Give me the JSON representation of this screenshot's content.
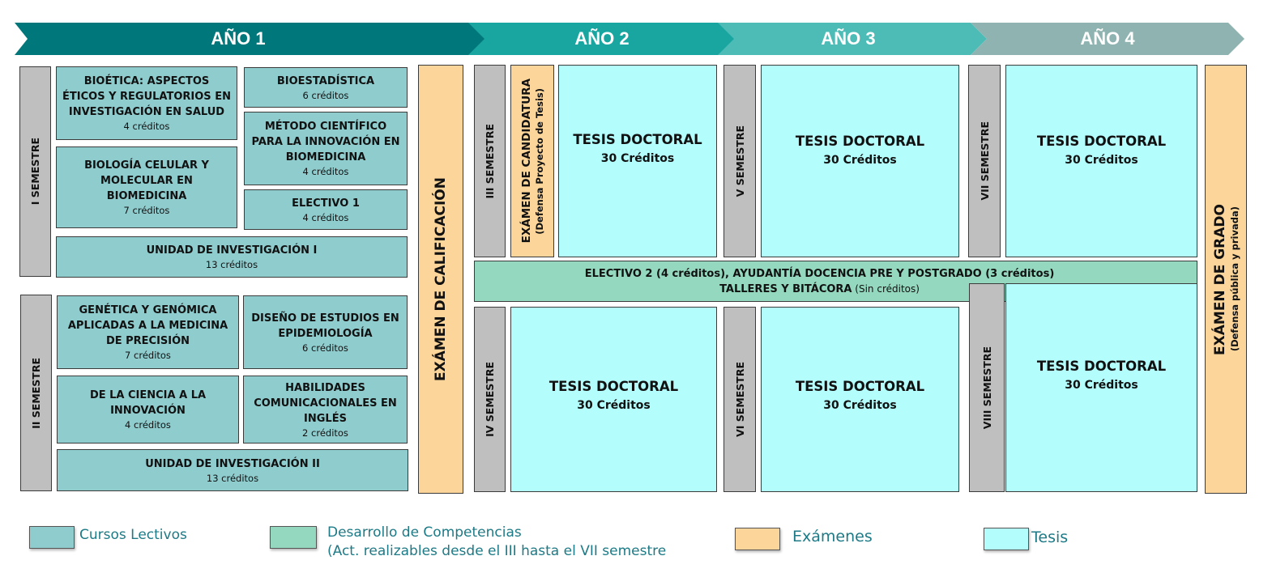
{
  "years": [
    "AÑO 1",
    "AÑO 2",
    "AÑO 3",
    "AÑO 4"
  ],
  "semesters": [
    "I SEMESTRE",
    "II SEMESTRE",
    "III SEMESTRE",
    "IV SEMESTRE",
    "V SEMESTRE",
    "VI SEMESTRE",
    "VII SEMESTRE",
    "VIII SEMESTRE"
  ],
  "courses": {
    "bioetica": {
      "title": "BIOÉTICA: ASPECTOS ÉTICOS Y REGULATORIOS EN INVESTIGACIÓN EN SALUD",
      "credits": "4 créditos"
    },
    "bioestadistica": {
      "title": "BIOESTADÍSTICA",
      "credits": "6 créditos"
    },
    "metodo": {
      "title": "MÉTODO CIENTÍFICO PARA LA INNOVACIÓN EN BIOMEDICINA",
      "credits": "4 créditos"
    },
    "biologia": {
      "title": "BIOLOGÍA CELULAR Y MOLECULAR EN BIOMEDICINA",
      "credits": "7 créditos"
    },
    "electivo1": {
      "title": "ELECTIVO 1",
      "credits": "4 créditos"
    },
    "unidad1": {
      "title": "UNIDAD DE INVESTIGACIÓN I",
      "credits": "13 créditos"
    },
    "genetica": {
      "title": "GENÉTICA Y GENÓMICA APLICADAS A LA MEDICINA DE PRECISIÓN",
      "credits": "7 créditos"
    },
    "diseno": {
      "title": "DISEÑO DE ESTUDIOS EN EPIDEMIOLOGÍA",
      "credits": "6 créditos"
    },
    "ciencia": {
      "title": "DE LA CIENCIA A LA INNOVACIÓN",
      "credits": "4 créditos"
    },
    "habilidades": {
      "title": "HABILIDADES COMUNICACIONALES EN INGLÉS",
      "credits": "2 créditos"
    },
    "unidad2": {
      "title": "UNIDAD DE INVESTIGACIÓN II",
      "credits": "13 créditos"
    }
  },
  "exams": {
    "calificacion": "EXÁMEN DE CALIFICACIÓN",
    "candidatura": "EXÁMEN DE CANDIDATURA",
    "candidatura_sub": "(Defensa Proyecto de Tesis)",
    "grado": "EXÁMEN DE GRADO",
    "grado_sub": "(Defensa pública y privada)"
  },
  "thesis": {
    "title": "TESIS DOCTORAL",
    "credits": "30 Créditos"
  },
  "competencies": {
    "line1": "ELECTIVO 2 (4 créditos), AYUDANTÍA DOCENCIA PRE Y POSTGRADO (3 créditos)",
    "line2_bold": "TALLERES Y BITÁCORA",
    "line2_rest": " (Sin créditos)"
  },
  "legend": {
    "cursos": "Cursos Lectivos",
    "competencias_1": "Desarrollo de Competencias",
    "competencias_2": "(Act. realizables desde el III hasta el VII semestre",
    "examenes": "Exámenes",
    "tesis": "Tesis"
  },
  "colors": {
    "year1": "#00777a",
    "year2": "#1aa6a0",
    "year3": "#4dbcb7",
    "year4": "#8fb3b0",
    "course": "#8fccce",
    "competencies": "#93d8bf",
    "exam": "#fcd59a",
    "thesis": "#b3fdfd",
    "semester": "#bfbfbf"
  }
}
